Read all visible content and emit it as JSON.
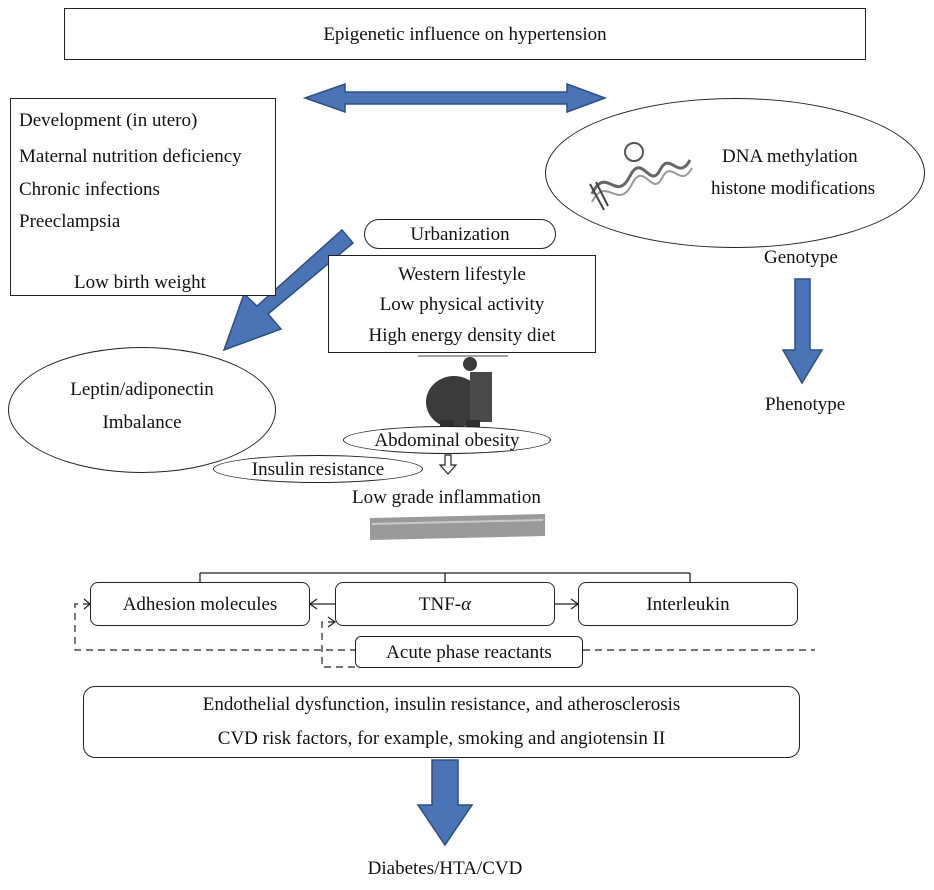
{
  "title": "Epigenetic influence on hypertension",
  "prenatal": {
    "items": [
      "Development (in utero)",
      "Maternal nutrition deficiency",
      "Chronic infections",
      "Preeclampsia"
    ],
    "outcome": "Low birth weight"
  },
  "epigenetic": {
    "line1": "DNA methylation",
    "line2": "histone modifications"
  },
  "genotype": "Genotype",
  "phenotype": "Phenotype",
  "urbanization": "Urbanization",
  "lifestyle": [
    "Western lifestyle",
    "Low physical activity",
    "High energy density diet"
  ],
  "leptin": {
    "line1": "Leptin/adiponectin",
    "line2": "Imbalance"
  },
  "abdominal_obesity": "Abdominal obesity",
  "insulin_resistance": "Insulin resistance",
  "low_grade_inflammation": "Low grade inflammation",
  "adhesion_molecules": "Adhesion molecules",
  "tnf": {
    "prefix": "TNF-",
    "greek": "α"
  },
  "interleukin": "Interleukin",
  "acute_phase": "Acute phase reactants",
  "endothelial": {
    "line1": "Endothelial dysfunction, insulin resistance, and atherosclerosis",
    "line2": "CVD risk factors, for example, smoking and angiotensin II"
  },
  "outcome": "Diabetes/HTA/CVD",
  "colors": {
    "arrow_fill": "#4a74b5",
    "arrow_stroke": "#2c4f86",
    "border": "#222222"
  }
}
